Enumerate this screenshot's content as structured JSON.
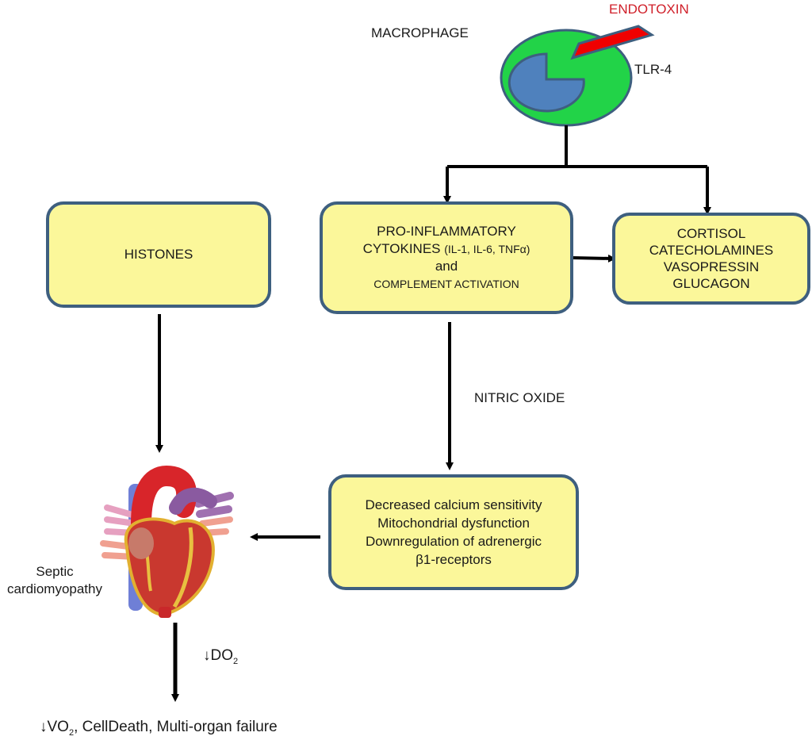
{
  "macrophage": {
    "label": "MACROPHAGE",
    "receptor_label": "TLR-4"
  },
  "endotoxin": {
    "label": "ENDOTOXIN",
    "color": "#d0202a"
  },
  "colors": {
    "cell_fill": "#22d348",
    "nucleus_fill": "#4f81bd",
    "outline": "#3e5f7f",
    "box_fill": "#fbf79a",
    "arrow": "#000000"
  },
  "boxes": {
    "histones": {
      "lines": [
        "HISTONES"
      ]
    },
    "cytokines": {
      "line1": "PRO-INFLAMMATORY",
      "line2_main": "CYTOKINES",
      "line2_small": "(IL-1, IL-6, TNFα)",
      "line3": "and",
      "line4": "COMPLEMENT ACTIVATION"
    },
    "hormones": {
      "lines": [
        "CORTISOL",
        "CATECHOLAMINES",
        "VASOPRESSIN",
        "GLUCAGON"
      ]
    },
    "cardiac_effects": {
      "lines": [
        "Decreased calcium sensitivity",
        "Mitochondrial dysfunction",
        "Downregulation of adrenergic",
        "β1-receptors"
      ]
    }
  },
  "nitric_oxide": {
    "label": "NITRIC OXIDE"
  },
  "heart": {
    "label_line1": "Septic",
    "label_line2": "cardiomyopathy"
  },
  "do2": {
    "arrow": "↓",
    "main": "DO",
    "sub": "2"
  },
  "outcome": {
    "arrow": "↓",
    "vo": "VO",
    "sub": "2",
    "rest": ", CellDeath, Multi-organ failure"
  }
}
